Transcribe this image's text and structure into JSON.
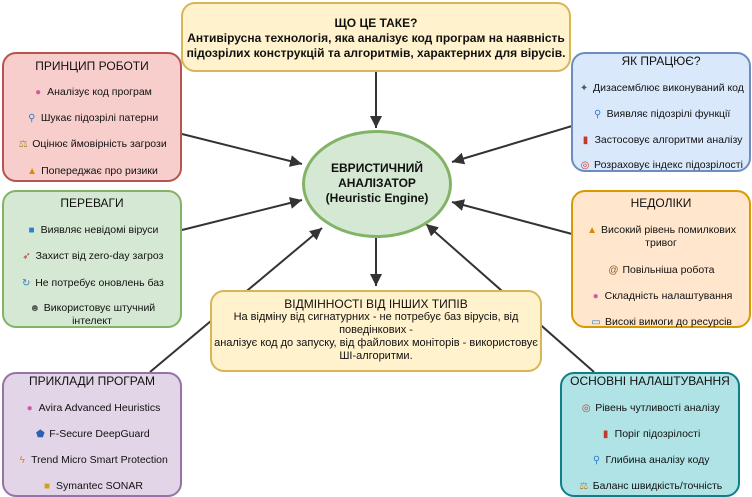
{
  "center": {
    "line1": "ЕВРИСТИЧНИЙ",
    "line2": "АНАЛІЗАТОР",
    "line3": "(Heuristic Engine)"
  },
  "what": {
    "title": "ЩО ЦЕ ТАКЕ?",
    "line1": "Антивірусна технологія, яка аналізує код програм на наявність",
    "line2": "підозрілих конструкцій та алгоритмів, характерних для вірусів."
  },
  "principle": {
    "title": "ПРИНЦИП РОБОТИ",
    "items": [
      {
        "icon": "brain-icon",
        "label": "Аналізує код програм"
      },
      {
        "icon": "magnifier-icon",
        "label": "Шукає підозрілі патерни"
      },
      {
        "icon": "scales-icon",
        "label": "Оцінює ймовірність загрози"
      },
      {
        "icon": "warning-icon",
        "label": "Попереджає про ризики"
      }
    ]
  },
  "how": {
    "title": "ЯК ПРАЦЮЄ?",
    "items": [
      {
        "icon": "microscope-icon",
        "label": "Дизасемблює виконуваний код"
      },
      {
        "icon": "magnifier-icon",
        "label": "Виявляє підозрілі функції"
      },
      {
        "icon": "chart-icon",
        "label": "Застосовує алгоритми аналізу"
      },
      {
        "icon": "target-icon",
        "label": "Розраховує індекс підозрілості"
      }
    ]
  },
  "advantages": {
    "title": "ПЕРЕВАГИ",
    "items": [
      {
        "icon": "new-icon",
        "label": "Виявляє невідомі віруси"
      },
      {
        "icon": "shield-icon",
        "label": "Захист від zero-day загроз"
      },
      {
        "icon": "refresh-icon",
        "label": "Не потребує оновлень баз"
      },
      {
        "icon": "robot-icon",
        "label": "Використовує штучний",
        "label2": "інтелект"
      }
    ]
  },
  "disadvantages": {
    "title": "НЕДОЛІКИ",
    "items": [
      {
        "icon": "warning-icon",
        "label": "Високий рівень помилкових",
        "label2": "тривог"
      },
      {
        "icon": "snail-icon",
        "label": "Повільніша робота"
      },
      {
        "icon": "brain-icon",
        "label": "Складність налаштування"
      },
      {
        "icon": "computer-icon",
        "label": "Високі вимоги до ресурсів"
      }
    ]
  },
  "differences": {
    "title": "ВІДМІННОСТІ ВІД ІНШИХ ТИПІВ",
    "line1": "На відміну від сигнатурних - не потребує баз вірусів, від",
    "line2": "поведінкових -",
    "line3": "аналізує код до запуску, від файлових моніторів - використовує",
    "line4": "ШІ-алгоритми."
  },
  "examples": {
    "title": "ПРИКЛАДИ ПРОГРАМ",
    "items": [
      {
        "icon": "brain-icon",
        "label": "Avira Advanced Heuristics"
      },
      {
        "icon": "shield-icon",
        "label": "F-Secure DeepGuard"
      },
      {
        "icon": "lightning-icon",
        "label": "Trend Micro Smart Protection"
      },
      {
        "icon": "lock-icon",
        "label": "Symantec SONAR"
      }
    ]
  },
  "settings": {
    "title": "ОСНОВНІ НАЛАШТУВАННЯ",
    "items": [
      {
        "icon": "target-icon",
        "label": "Рівень чутливості аналізу"
      },
      {
        "icon": "chart-icon",
        "label": "Поріг підозрілості"
      },
      {
        "icon": "magnifier-icon",
        "label": "Глибина аналізу коду"
      },
      {
        "icon": "scales-icon",
        "label": "Баланс швидкість/точність"
      }
    ]
  }
}
